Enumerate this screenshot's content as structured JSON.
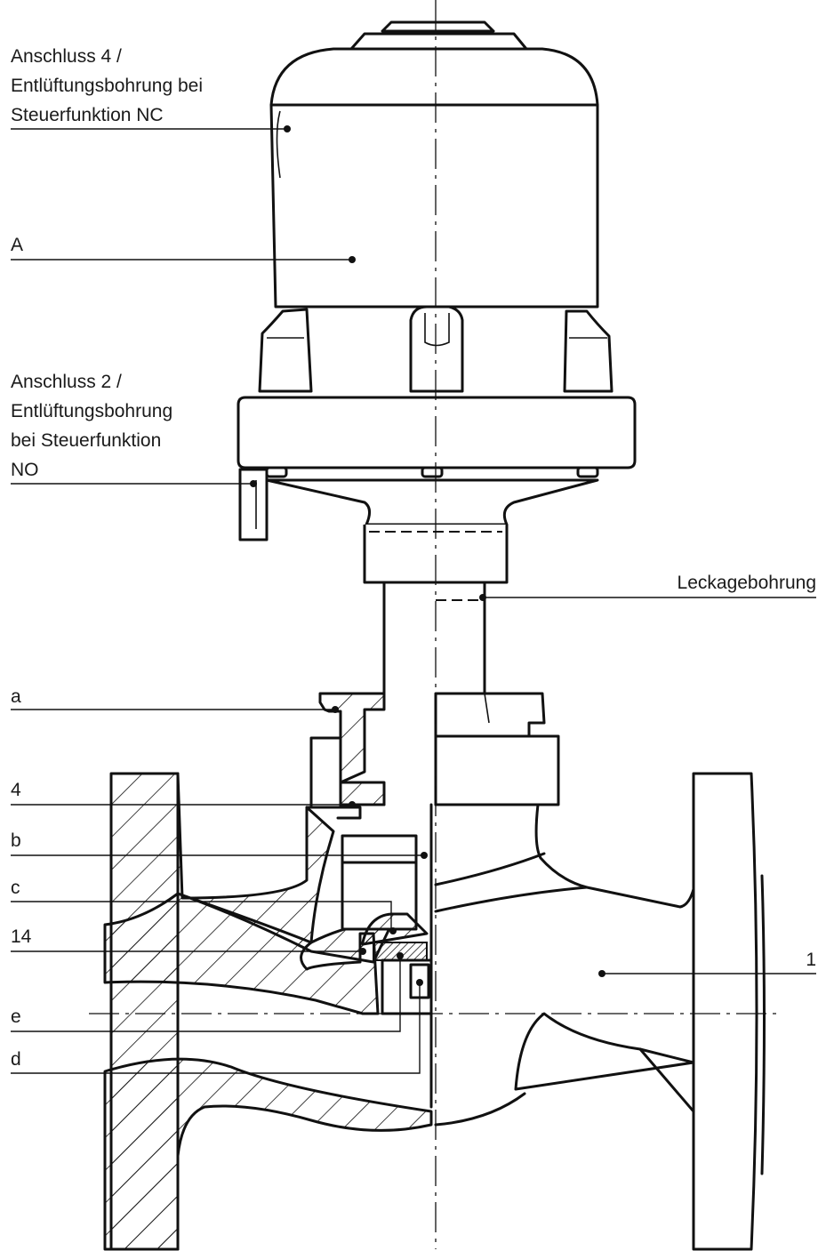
{
  "labels": {
    "anschluss4_l1": "Anschluss 4 /",
    "anschluss4_l2": "Entlüftungsbohrung bei",
    "anschluss4_l3": "Steuerfunktion NC",
    "a_upper": "A",
    "anschluss2_l1": "Anschluss 2 /",
    "anschluss2_l2": "Entlüftungsbohrung",
    "anschluss2_l3": "bei Steuerfunktion",
    "anschluss2_l4": "NO",
    "leckage": "Leckagebohrung",
    "a_lower": "a",
    "n4": "4",
    "b": "b",
    "c": "c",
    "n14": "14",
    "n1": "1",
    "e": "e",
    "d": "d"
  }
}
